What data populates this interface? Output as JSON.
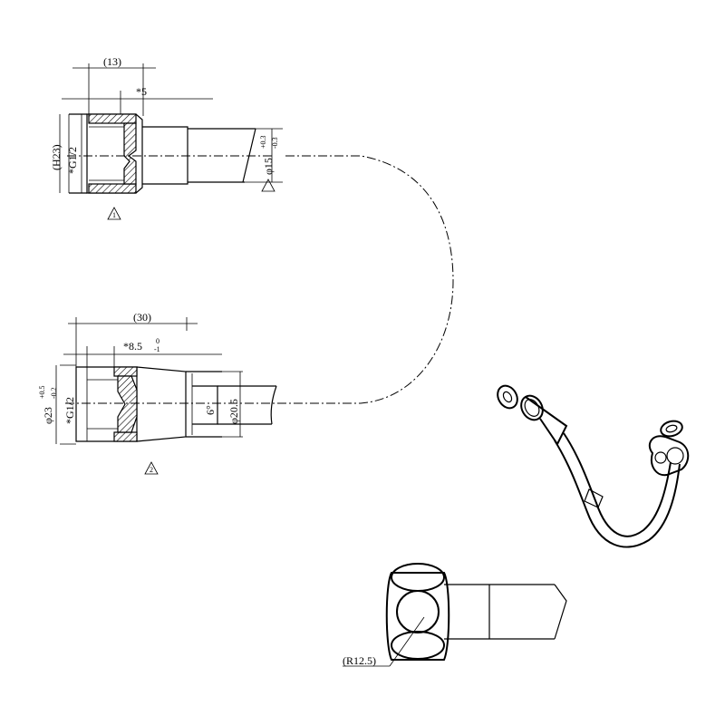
{
  "labels": {
    "top_overall": "(13)",
    "top_partial": "*5",
    "top_height": "(H23)",
    "top_thread": "*G1/2",
    "top_dia": "φ15",
    "top_dia_tol_upper": "+0.3",
    "top_dia_tol_lower": "-0.3",
    "top_marker_1": "1",
    "bottom_overall": "(30)",
    "bottom_partial": "*8.5",
    "bottom_partial_tol_upper": "0",
    "bottom_partial_tol_lower": "-1",
    "bottom_dia": "φ23",
    "bottom_dia_tol_upper": "+0.5",
    "bottom_dia_tol_lower": "-0.2",
    "bottom_thread": "*G1/2",
    "bottom_angle": "6°",
    "bottom_inner_dia": "φ20.5",
    "bottom_marker_2": "2",
    "radius": "(R12.5)"
  }
}
